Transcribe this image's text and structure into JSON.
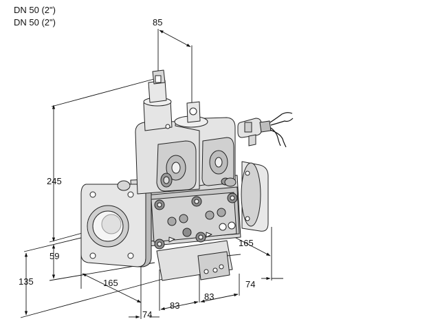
{
  "header": {
    "line1": "DN 50 (2\")",
    "line2": "DN 50 (2\")"
  },
  "dimensions": {
    "width_top": "85",
    "height_total": "245",
    "height_axis": "59",
    "height_base": "135",
    "depth_left": "165",
    "depth_right": "165",
    "offset_left": "74",
    "offset_right": "74",
    "pitch_1": "83",
    "pitch_2": "83"
  }
}
